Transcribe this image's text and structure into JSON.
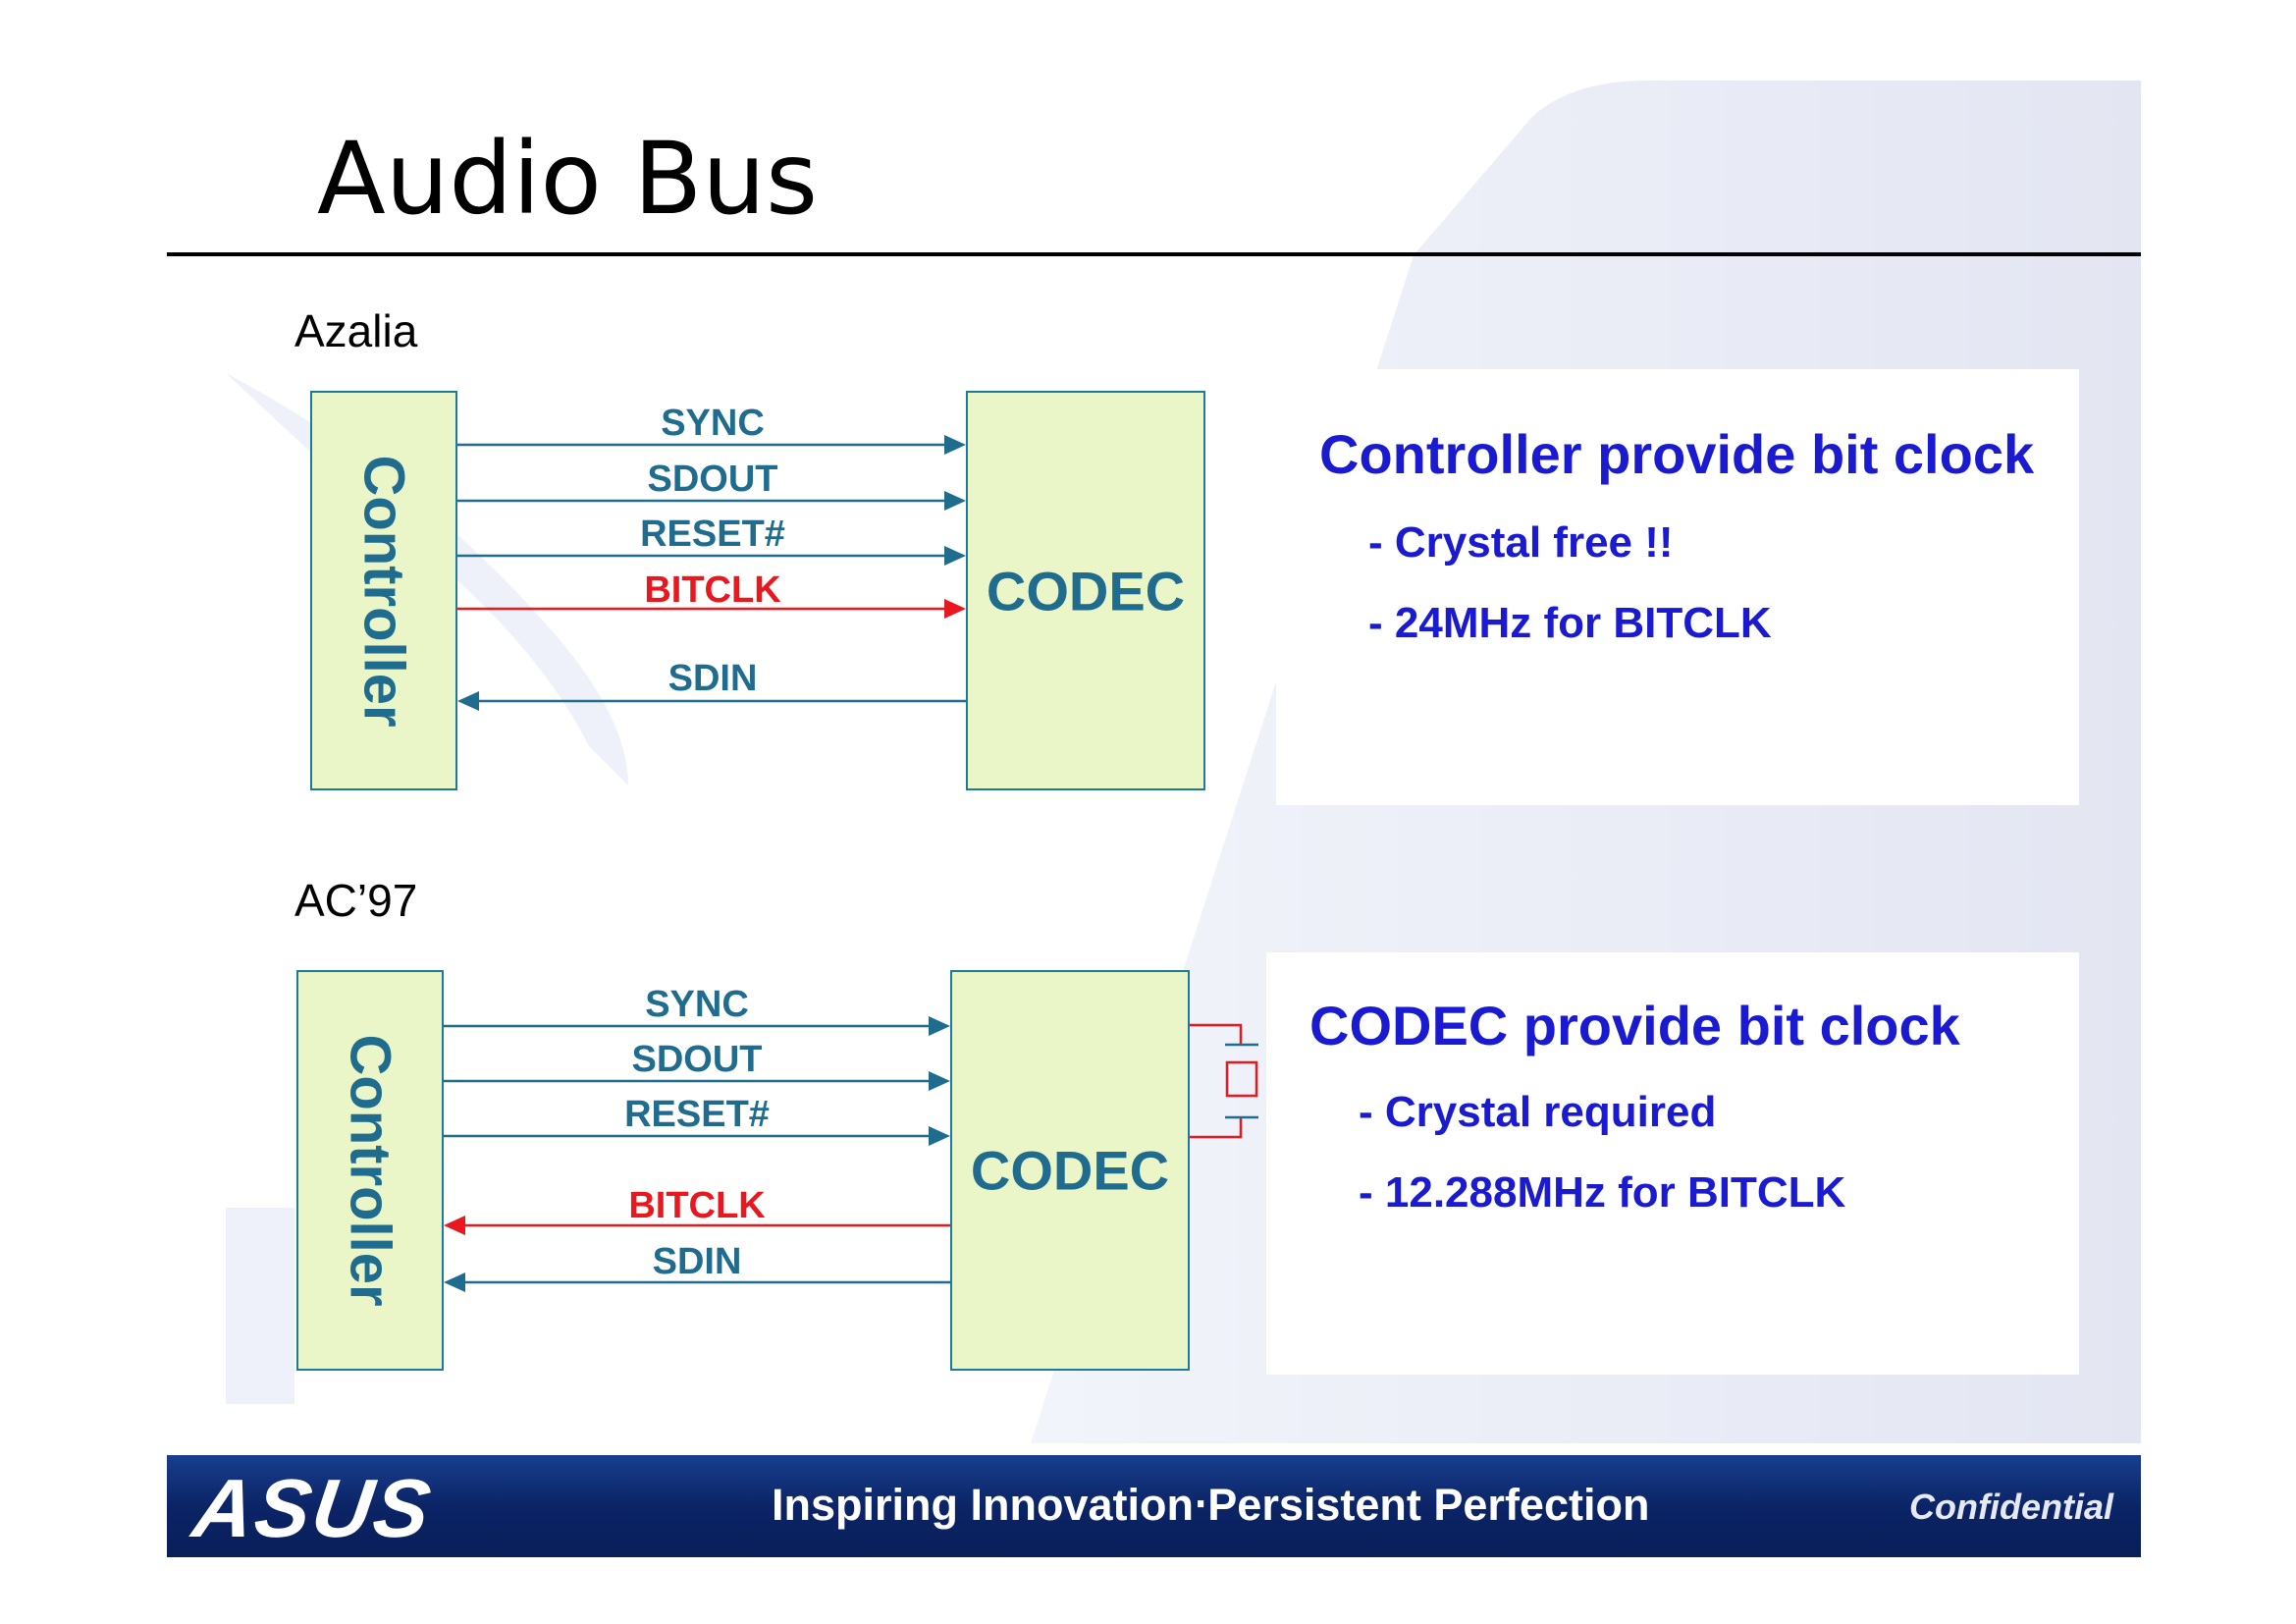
{
  "slide": {
    "title": "Audio Bus"
  },
  "azalia": {
    "label": "Azalia",
    "controller_label": "Controller",
    "codec_label": "CODEC",
    "signals": [
      "SYNC",
      "SDOUT",
      "RESET#",
      "BITCLK",
      "SDIN"
    ],
    "heading": "Controller provide bit clock",
    "bullets": [
      "- Crystal free !!",
      "- 24MHz for BITCLK"
    ]
  },
  "ac97": {
    "label": "AC’97",
    "controller_label": "Controller",
    "codec_label": "CODEC",
    "signals": [
      "SYNC",
      "SDOUT",
      "RESET#",
      "BITCLK",
      "SDIN"
    ],
    "heading": "CODEC provide bit clock",
    "bullets": [
      "- Crystal required",
      "- 12.288MHz for BITCLK"
    ]
  },
  "footer": {
    "logo": "ASUS",
    "tagline": "Inspiring Innovation‧Persistent Perfection",
    "confidential": "Confidential"
  },
  "colors": {
    "signal_blue": "#1f6c8e",
    "bitclk_red": "#e8181e",
    "box_fill": "#eaf5c8",
    "heading_blue": "#1a1ad0",
    "footer_navy": "#0d2a72"
  }
}
